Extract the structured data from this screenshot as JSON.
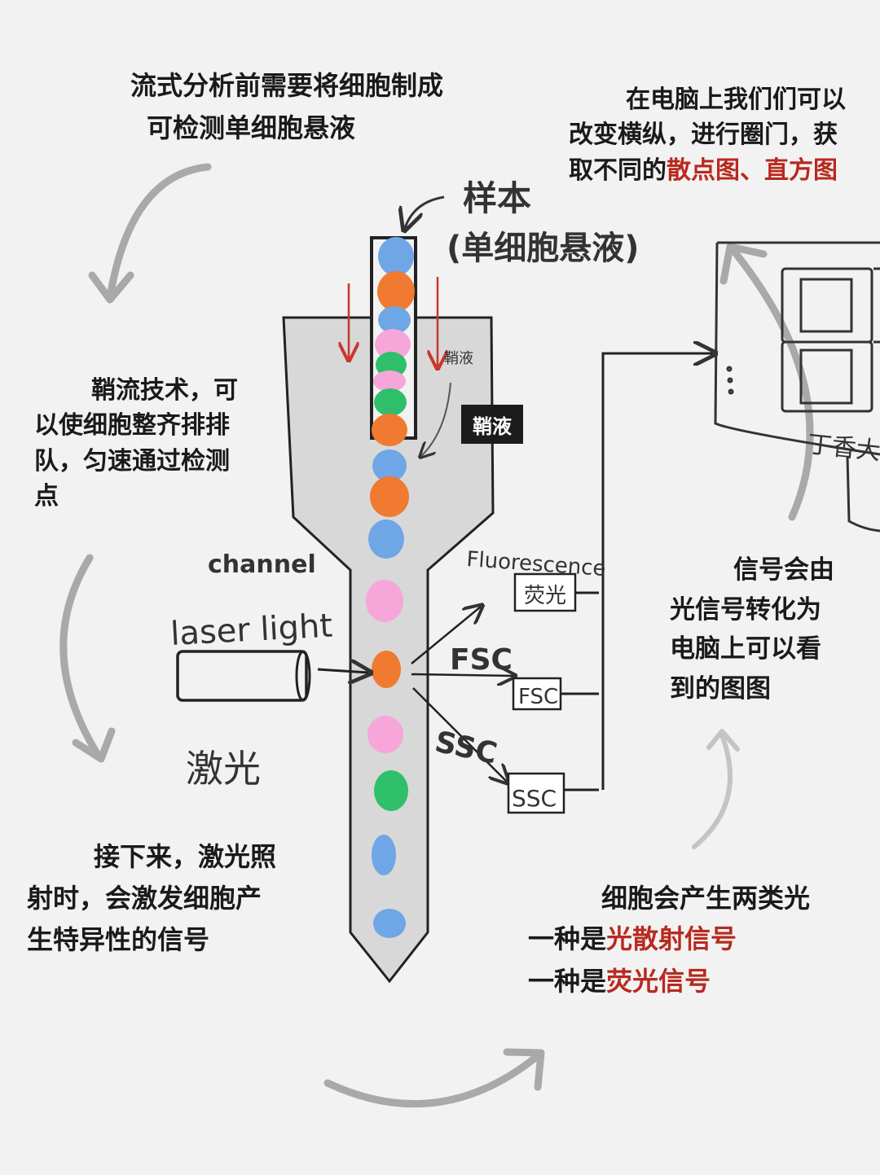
{
  "top_left_note": {
    "line1": "流式分析前需要将细胞制成",
    "line2": "可检测单细胞悬液"
  },
  "top_right_note": {
    "line1": "在电脑上我们们可以",
    "line2": "改变横纵，进行圈门，获",
    "line3_prefix": "取不同的",
    "line3_highlight": "散点图、直方图"
  },
  "sample_label": {
    "line1": "样本",
    "line2": "(单细胞悬液)"
  },
  "sheath_small_label": "鞘液",
  "sheath_badge": "鞘液",
  "sheath_note": {
    "line1": "鞘流技术，可",
    "line2": "以使细胞整齐排排",
    "line3": "队，匀速通过检测",
    "line4": "点"
  },
  "channel_label": "channel",
  "laser_label": "laser light",
  "laser_cn_label": "激光",
  "fluorescence_label": "Fluorescence",
  "fluor_box_label": "荧光",
  "fsc_arrow_label": "FSC",
  "fsc_box_label": "FSC",
  "ssc_arrow_label": "SSC",
  "ssc_box_label": "SSC",
  "computer_label": "丁香大",
  "signal_note": {
    "line1": "信号会由",
    "line2": "光信号转化为",
    "line3": "电脑上可以看",
    "line4": "到的图图"
  },
  "laser_note": {
    "line1": "接下来，激光照",
    "line2": "射时，会激发细胞产",
    "line3": "生特异性的信号"
  },
  "light_note": {
    "line1": "细胞会产生两类光",
    "line2_prefix": "一种是",
    "line2_highlight": "光散射信号",
    "line3_prefix": "一种是",
    "line3_highlight": "荧光信号"
  },
  "cells_in_tube": [
    "blue",
    "orange",
    "blue",
    "pink",
    "green",
    "pink",
    "green",
    "orange"
  ],
  "cells_in_channel": [
    "blue",
    "orange",
    "blue",
    "pink",
    "orange",
    "pink",
    "green",
    "blue",
    "blue"
  ],
  "colors": {
    "blue": "#6fa6e6",
    "orange": "#f07a30",
    "pink": "#f6a6d8",
    "green": "#2fbf6a",
    "accent_red": "#b8291f",
    "arrow_red": "#c8372d",
    "flow_cell_fill": "#d8d8d8",
    "guide_arrow": "#a9a9a9"
  }
}
